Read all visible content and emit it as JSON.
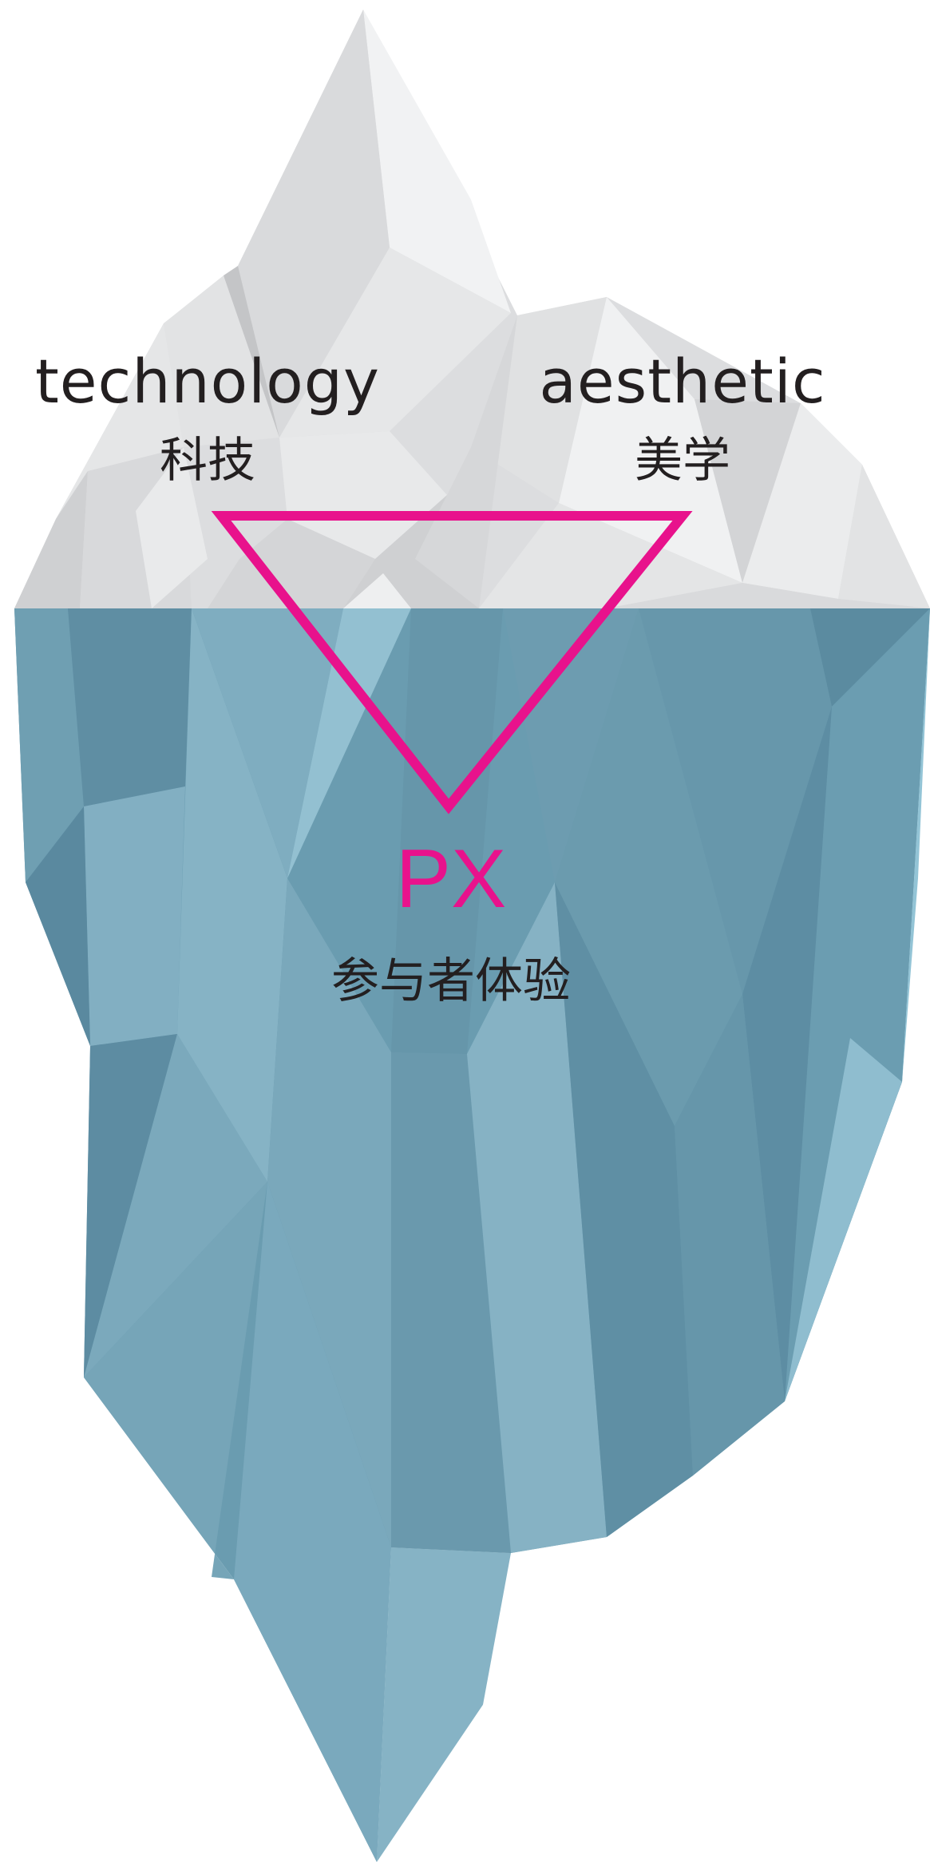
{
  "labels": {
    "left_en": "technology",
    "left_zh": "科技",
    "right_en": "aesthetic",
    "right_zh": "美学",
    "center_en": "PX",
    "center_zh": "参与者体验"
  },
  "colors": {
    "accent": "#e8128c",
    "ice_above": "#d8dadc",
    "ice_below": "#6a9cb0",
    "text": "#231f20"
  }
}
